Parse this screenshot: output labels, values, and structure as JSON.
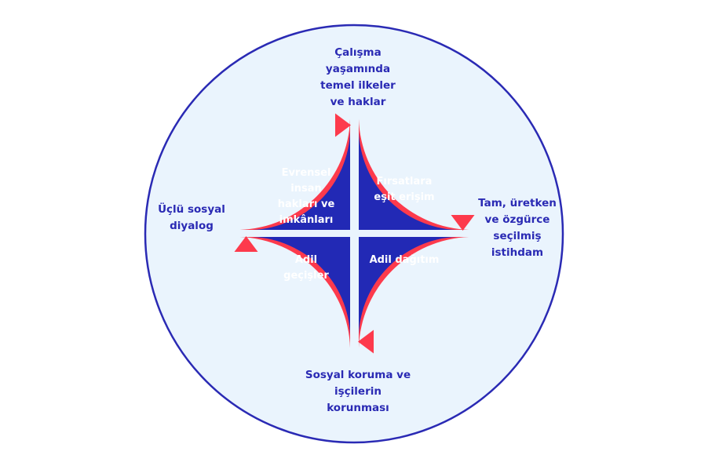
{
  "diagram": {
    "colors": {
      "outer_fill": "#eaf4fd",
      "outer_stroke": "#2a2ab4",
      "quadrant_fill": "#2229b5",
      "arrow_fill": "#fd3a4c",
      "outer_text": "#2a2ab4",
      "inner_text": "#ffffff"
    },
    "outer_labels": {
      "top": "Çalışma\nyaşamında\ntemel ilkeler\nve haklar",
      "right": "Tam, üretken\nve özgürce\nseçilmiş\nistihdam",
      "bottom": "Sosyal koruma ve\nişçilerin\nkorunması",
      "left": "Üçlü sosyal\ndiyalog"
    },
    "quadrants": {
      "top_left": "Evrensel\ninsan\nhakları ve\nimkânları",
      "top_right": "Fırsatlara\neşit erişim",
      "bottom_right": "Adil dağıtım",
      "bottom_left": "Adil\ngeçişler"
    }
  }
}
